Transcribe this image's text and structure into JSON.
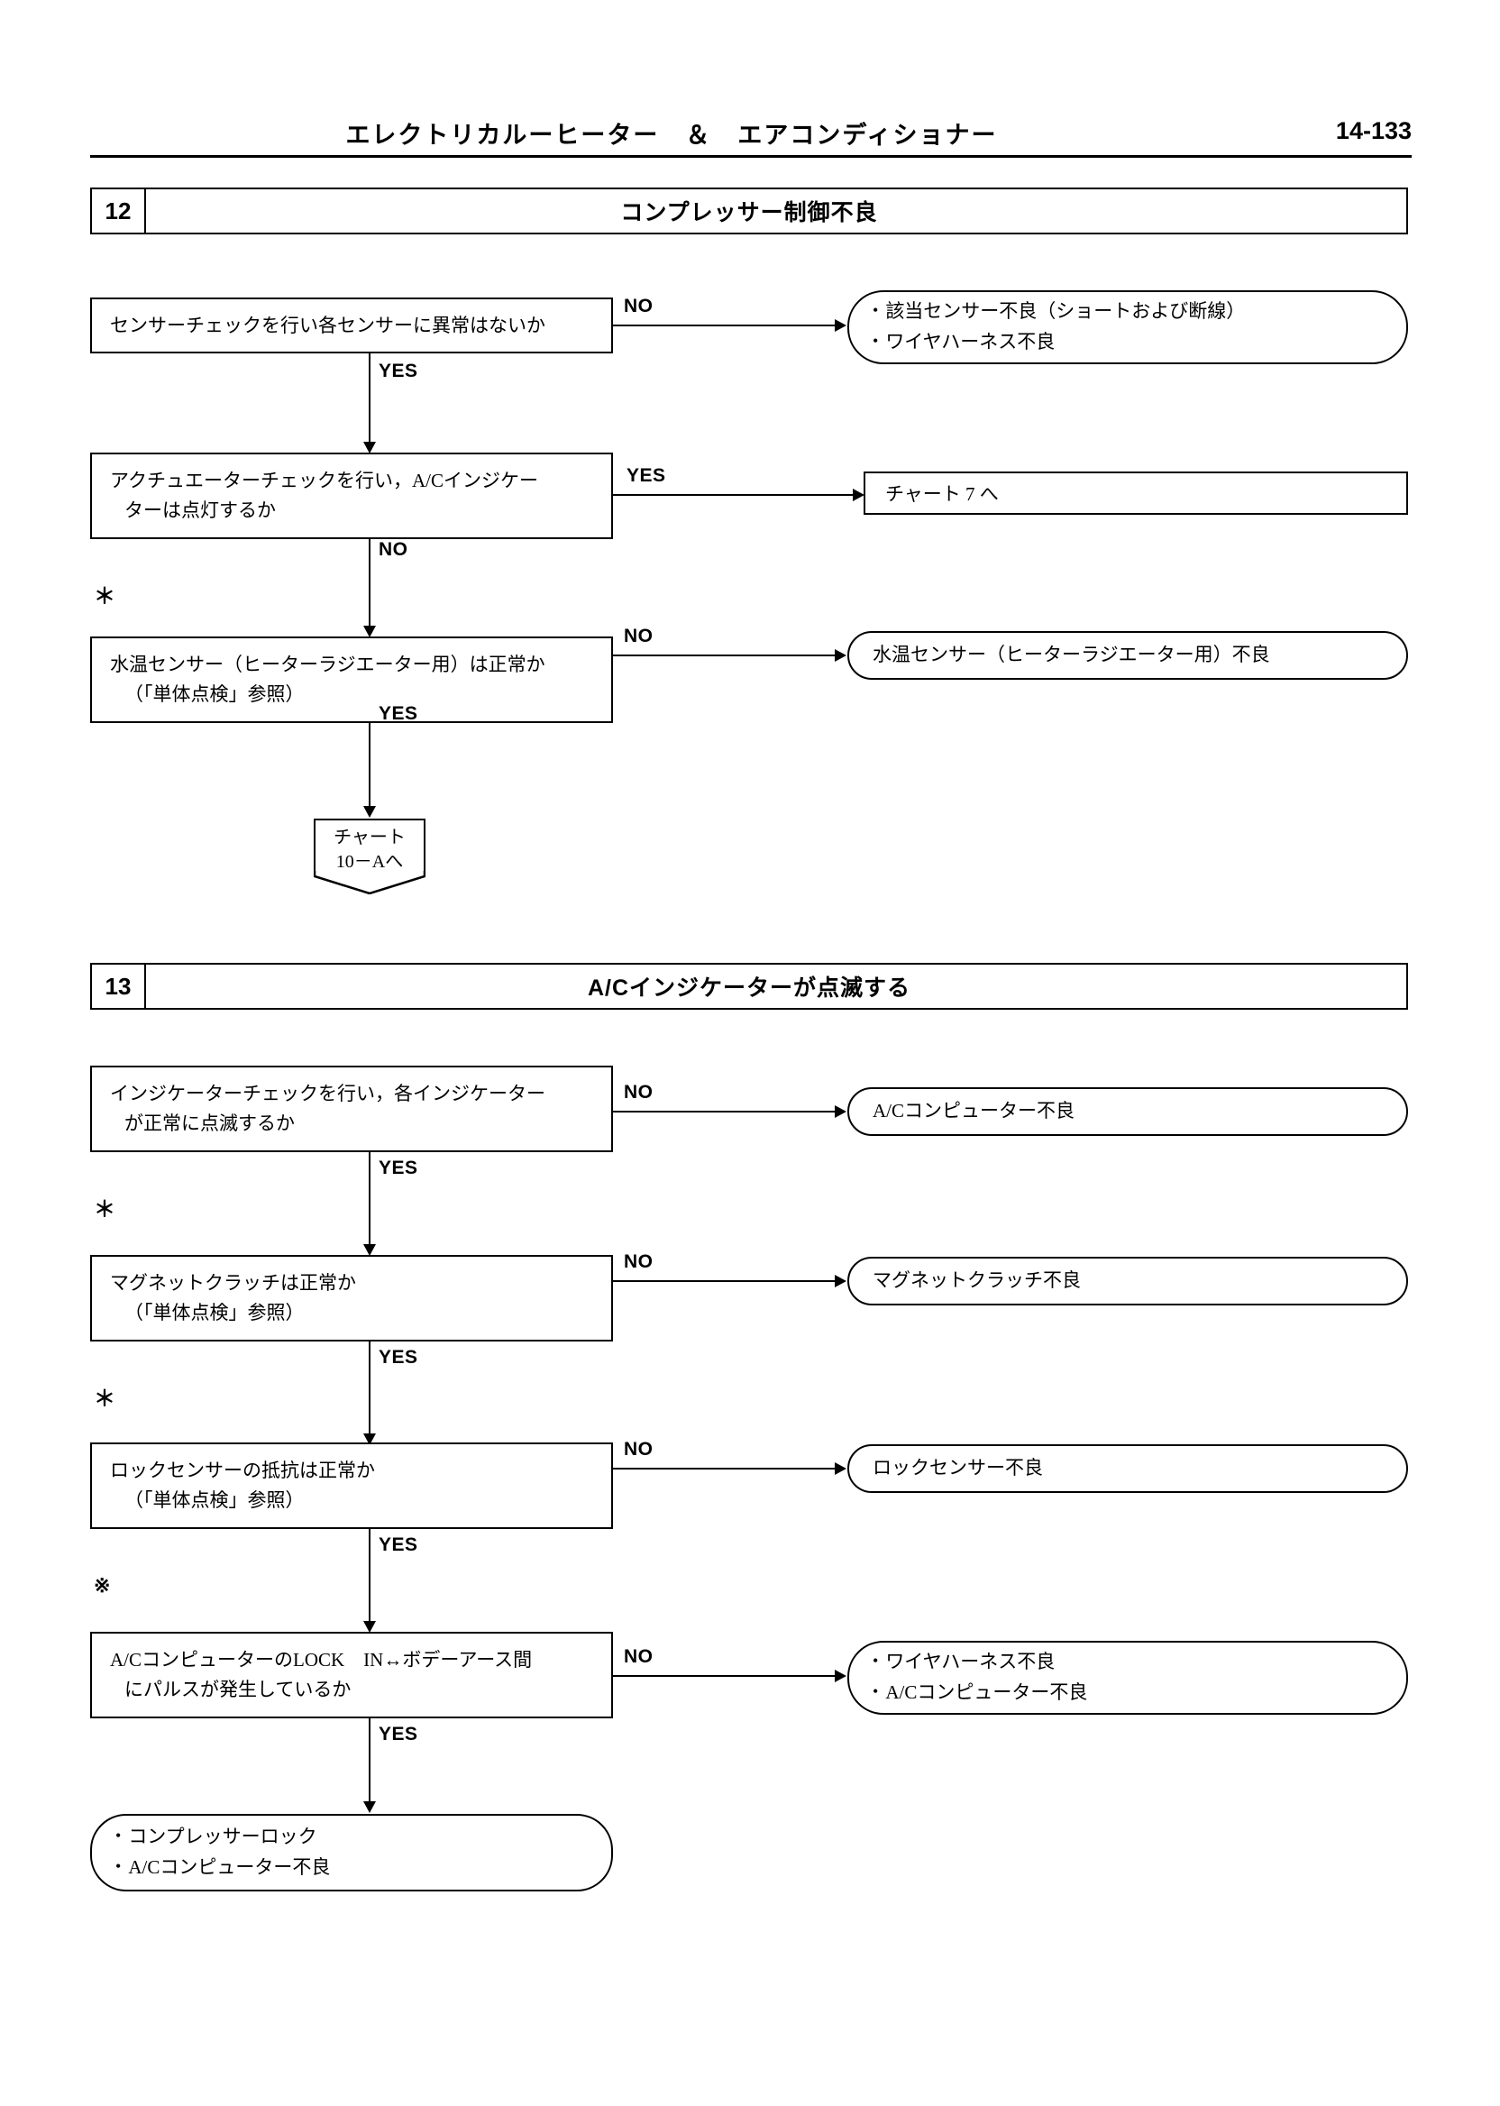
{
  "header": {
    "title": "エレクトリカルーヒーター　＆　エアコンディショナー",
    "page_number": "14-133"
  },
  "charts": [
    {
      "number": "12",
      "heading": "コンプレッサー制御不良",
      "steps": [
        {
          "question_line1": "センサーチェックを行い各センサーに異常はないか",
          "question_line2": "",
          "branch_label": "NO",
          "down_label": "YES",
          "note_mark": "",
          "result_line1": "該当センサー不良（ショートおよび断線）",
          "result_line2": "ワイヤハーネス不良"
        },
        {
          "question_line1": "アクチュエーターチェックを行い，A/Cインジケー",
          "question_line2": "ターは点灯するか",
          "branch_label": "YES",
          "down_label": "NO",
          "note_mark": "",
          "result_line1": "チャート 7 へ",
          "result_line2": ""
        },
        {
          "question_line1": "水温センサー（ヒーターラジエーター用）は正常か",
          "question_line2": "（「単体点検」参照）",
          "branch_label": "NO",
          "down_label": "YES",
          "note_mark": "＊",
          "result_line1": "水温センサー（ヒーターラジエーター用）不良",
          "result_line2": ""
        }
      ],
      "terminal": {
        "line1": "チャート",
        "line2": "10－Aへ"
      }
    },
    {
      "number": "13",
      "heading": "A/Cインジケーターが点滅する",
      "steps": [
        {
          "question_line1": "インジケーターチェックを行い，各インジケーター",
          "question_line2": "が正常に点滅するか",
          "branch_label": "NO",
          "down_label": "YES",
          "note_mark": "",
          "result_line1": "A/Cコンピューター不良",
          "result_line2": ""
        },
        {
          "question_line1": "マグネットクラッチは正常か",
          "question_line2": "（「単体点検」参照）",
          "branch_label": "NO",
          "down_label": "YES",
          "note_mark": "＊",
          "result_line1": "マグネットクラッチ不良",
          "result_line2": ""
        },
        {
          "question_line1": "ロックセンサーの抵抗は正常か",
          "question_line2": "（「単体点検」参照）",
          "branch_label": "NO",
          "down_label": "YES",
          "note_mark": "＊",
          "result_line1": "ロックセンサー不良",
          "result_line2": ""
        },
        {
          "question_line1": "A/CコンピューターのLOCK　IN↔ボデーアース間",
          "question_line2": "にパルスが発生しているか",
          "branch_label": "NO",
          "down_label": "YES",
          "note_mark": "※",
          "result_line1": "ワイヤハーネス不良",
          "result_line2": "A/Cコンピューター不良"
        }
      ],
      "terminal_pill": {
        "line1": "コンプレッサーロック",
        "line2": "A/Cコンピューター不良"
      }
    }
  ]
}
